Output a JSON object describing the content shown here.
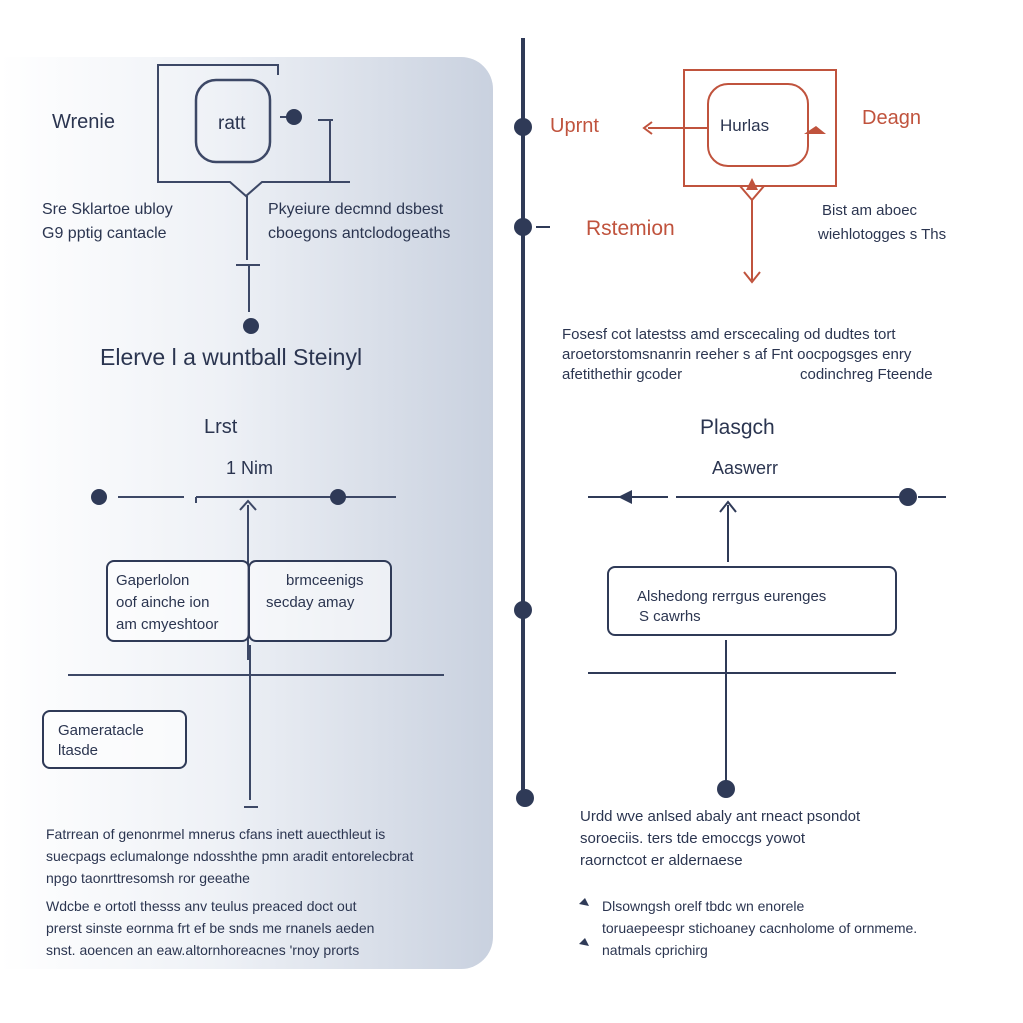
{
  "colors": {
    "navy": "#2f3a57",
    "red": "#c0533d",
    "panel_from": "#ffffff",
    "panel_to": "#c9d1df"
  },
  "left": {
    "label_top": "Wrenie",
    "node_top": "ratt",
    "text_a1": "Sre Sklartoe ubloy",
    "text_a2": "G9 pptig cantacle",
    "text_b1": "Pkyeiure decmnd dsbest",
    "text_b2": "cboegons antclodogeaths",
    "heading": "Elerve l a wuntball Steinyl",
    "sub1": "Lrst",
    "sub2": "1 Nim",
    "box1": [
      "Gaperlolon",
      "oof ainche ion",
      "am cmyeshtoor"
    ],
    "box2": [
      "brmceenigs",
      "secday amay"
    ],
    "box3": [
      "Gameratacle",
      "ltasde"
    ],
    "para1": [
      "Fatrrean of genonrmel mnerus cfans inett auecthleut is",
      "suecpags eclumalonge ndosshthe pmn aradit entorelecbrat",
      "npgo taonrttresomsh ror geeathe"
    ],
    "para2": [
      "Wdcbe e ortotl thesss anv teulus preaced doct out",
      "prerst sinste eornma frt ef be snds me rnanels aeden",
      "snst. aoencen an eaw.altornhoreacnes 'rnoy prorts"
    ]
  },
  "right": {
    "label_left": "Uprnt",
    "node": "Hurlas",
    "label_right": "Deagn",
    "section": "Rstemion",
    "text_c1": "Bist am aboec",
    "text_c2": "wiehlotogges s Ths",
    "para_mid": [
      "Fosesf cot latestss amd erscecaling od dudtes tort",
      "aroetorstomsnanrin reeher s af Fnt oocpogsges enry"
    ],
    "para_mid3_left": "afetithethir gcoder",
    "para_mid3_right": "codinchreg Fteende",
    "sub1": "Plasgch",
    "sub2": "Aaswerr",
    "box": [
      "Alshedong rerrgus eurenges",
      "S cawrhs"
    ],
    "para_end": [
      "Urdd wve anlsed abaly ant rneact psondot",
      "soroeciis. ters tde emoccgs yowot",
      "raornctcot er aldernaese"
    ],
    "bullets": [
      "Dlsowngsh orelf tbdc wn enorele",
      "toruaepeespr stichoaney cacnholome of ornmeme.",
      "natmals cprichirg"
    ]
  }
}
